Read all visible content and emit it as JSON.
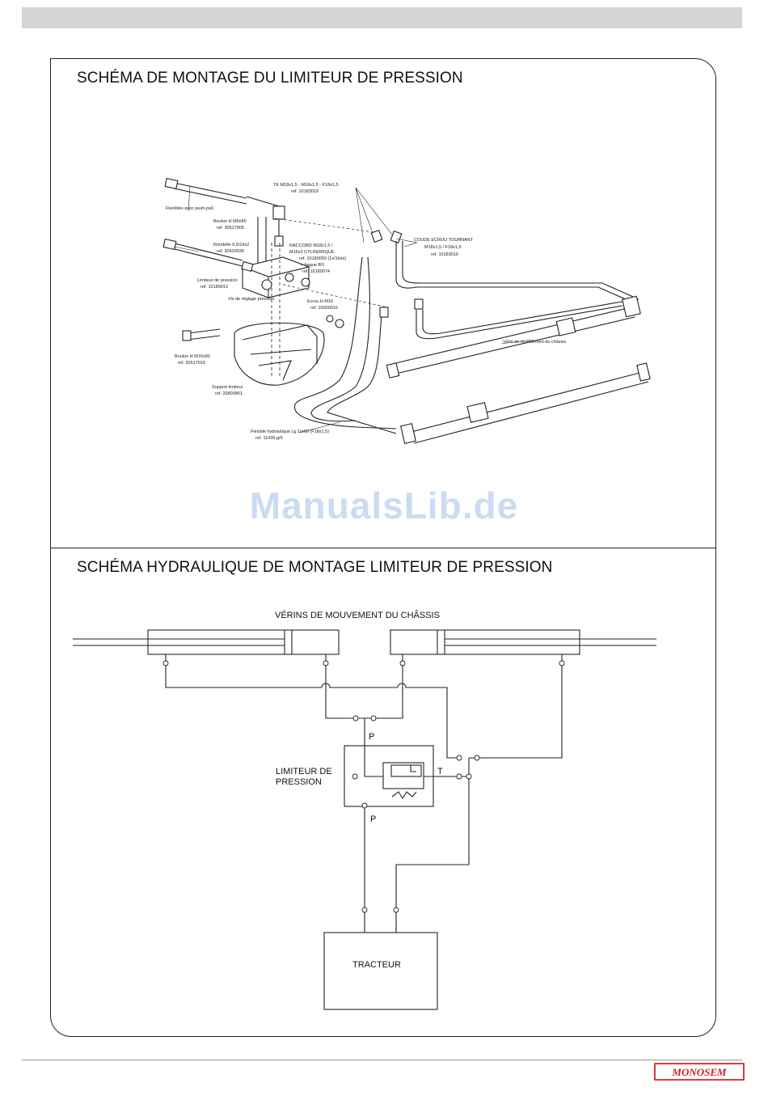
{
  "header": {
    "bar_color": "#d4d4d4"
  },
  "section1": {
    "title": "SCHÉMA DE MONTAGE DU LIMITEUR DE PRESSION",
    "labels": {
      "flexibles": "Flexibles avec push-pull",
      "te": "TE M18x1,5 - M18x1,5 - F18x1,5",
      "te_ref": "ref. 10183019",
      "coude": "COUDE ECROU TOURNANT",
      "coude_spec": "M18x1,5 / F18x1,5",
      "coude_ref": "ref. 10183016",
      "boulon1": "Boulon H M6x80",
      "boulon1_ref": "ref. 30517005",
      "raccord": "RACCORD M18x1,5 /",
      "raccord2": "M16x2 CYLINDRIQUE",
      "raccord_ref": "ref. 10180050 (1x/1fois)",
      "raccord3": "+ bague BS",
      "raccord_ref2": "ref. 10180074",
      "rondelle": "Rondelle 6,5/16x2",
      "rondelle_ref": "ref. 30420030",
      "limiteur": "Limiteur de pression",
      "limiteur_ref": "ref. 10180013",
      "vis": "Vis de réglage pression",
      "ecrou": "Ecrou H M16",
      "ecrou_ref": "ref. 10000016",
      "boulon2": "Boulon H M16x60",
      "boulon2_ref": "ref. 30517019",
      "support": "Support limiteur",
      "support_ref": "ref. 20800861",
      "verin": "Vérin de mouvement du châssis",
      "flexible_hyd": "Flexible hydraulique Lg 1m60 (F18x1,5)",
      "flexible_hyd_ref": "ref. 11439.gr5"
    }
  },
  "watermark": "ManualsLib.de",
  "section2": {
    "title": "SCHÉMA HYDRAULIQUE DE MONTAGE LIMITEUR DE PRESSION",
    "verins_label": "VÉRINS DE MOUVEMENT DU CHÂSSIS",
    "p_top": "P",
    "p_bottom": "P",
    "t_label": "T",
    "limiteur_line1": "LIMITEUR DE",
    "limiteur_line2": "PRESSION",
    "tracteur": "TRACTEUR"
  },
  "footer": {
    "logo_text": "MONOSEM",
    "logo_color": "#d2232a"
  }
}
